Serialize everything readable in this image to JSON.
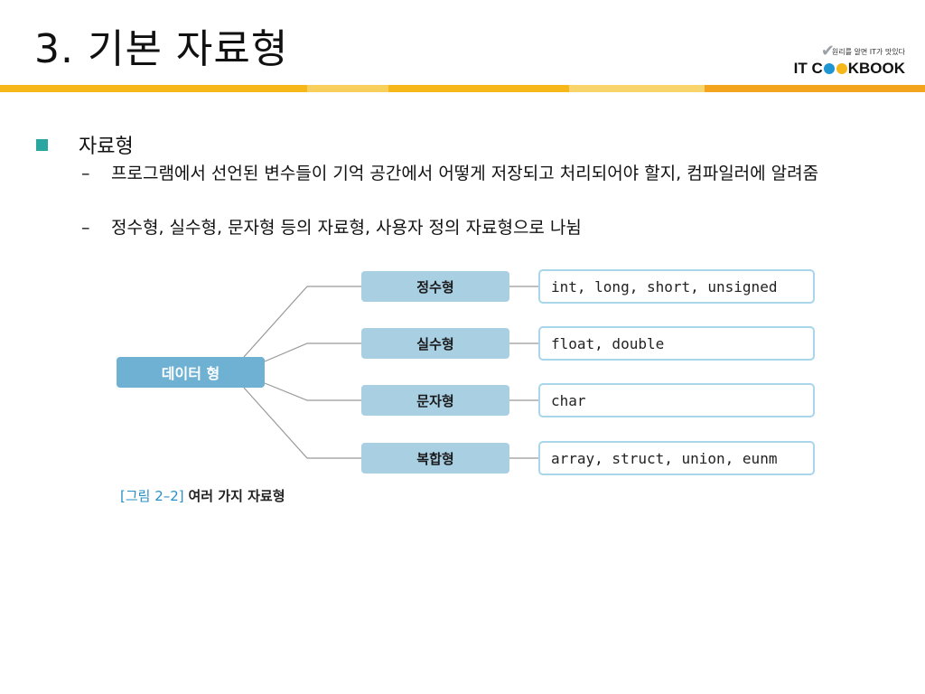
{
  "slide": {
    "title": "3. 기본 자료형",
    "logo": {
      "tagline": "원리를 알면 IT가 맛있다",
      "word_pre": "IT C",
      "word_post": "KBOOK"
    },
    "stripe_colors": [
      "#f5b71a",
      "#f7c94a",
      "#f0a21a"
    ]
  },
  "bullets": {
    "main": "자료형",
    "sub": [
      "프로그램에서 선언된 변수들이 기억 공간에서 어떻게 저장되고 처리되어야 할지, 컴파일러에 알려줌",
      "정수형, 실수형, 문자형 등의 자료형, 사용자 정의 자료형으로 나뉨"
    ],
    "dash": "–"
  },
  "diagram": {
    "root": "데이터 형",
    "categories": [
      {
        "label": "정수형",
        "examples": "int, long, short, unsigned"
      },
      {
        "label": "실수형",
        "examples": "float, double"
      },
      {
        "label": "문자형",
        "examples": "char"
      },
      {
        "label": "복합형",
        "examples": "array, struct, union, eunm"
      }
    ],
    "caption_number": "[그림 2–2]",
    "caption_text": "여러 가지 자료형",
    "colors": {
      "root": "#6fb1d3",
      "category": "#a9cfe3",
      "example_border": "#a9d6ea",
      "connector": "#999999"
    }
  }
}
